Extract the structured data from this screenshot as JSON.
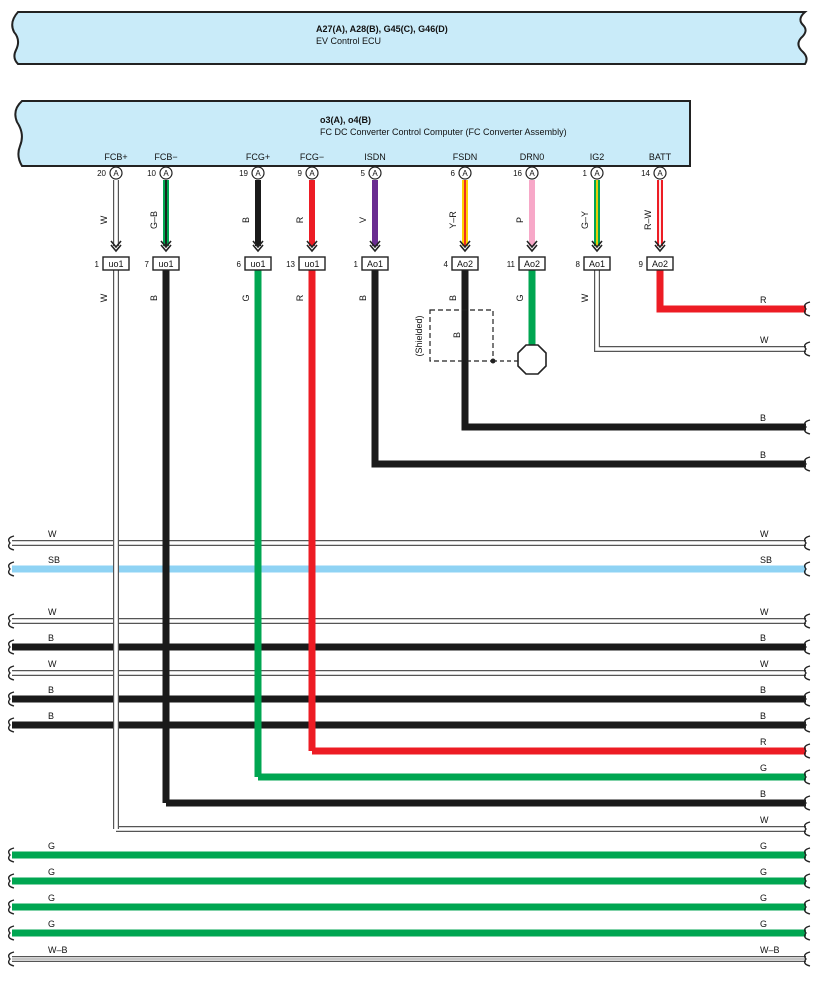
{
  "components": [
    {
      "id": "a27",
      "line1": "A27(A), A28(B), G45(C), G46(D)",
      "line2": "EV Control ECU"
    },
    {
      "id": "o3",
      "line1": "o3(A), o4(B)",
      "line2": "FC DC Converter Control Computer (FC Converter Assembly)"
    }
  ],
  "shield_label": "(Shielded)",
  "shield_wire_color": "B",
  "terminals": [
    {
      "signal": "FCB+",
      "pin": "20",
      "conn": "A",
      "wire": "W",
      "fc": "1",
      "fconn": "uo1",
      "wire2": "W"
    },
    {
      "signal": "FCB−",
      "pin": "10",
      "conn": "A",
      "wire": "G–B",
      "fc": "7",
      "fconn": "uo1",
      "wire2": "B"
    },
    {
      "signal": "FCG+",
      "pin": "19",
      "conn": "A",
      "wire": "B",
      "fc": "6",
      "fconn": "uo1",
      "wire2": "G"
    },
    {
      "signal": "FCG−",
      "pin": "9",
      "conn": "A",
      "wire": "R",
      "fc": "13",
      "fconn": "uo1",
      "wire2": "R"
    },
    {
      "signal": "ISDN",
      "pin": "5",
      "conn": "A",
      "wire": "V",
      "fc": "1",
      "fconn": "Ao1",
      "wire2": "B"
    },
    {
      "signal": "FSDN",
      "pin": "6",
      "conn": "A",
      "wire": "Y–R",
      "fc": "4",
      "fconn": "Ao2",
      "wire2": "B"
    },
    {
      "signal": "DRN0",
      "pin": "16",
      "conn": "A",
      "wire": "P",
      "fc": "11",
      "fconn": "Ao2",
      "wire2": "G"
    },
    {
      "signal": "IG2",
      "pin": "1",
      "conn": "A",
      "wire": "G–Y",
      "fc": "8",
      "fconn": "Ao1",
      "wire2": "W"
    },
    {
      "signal": "BATT",
      "pin": "14",
      "conn": "A",
      "wire": "R–W",
      "fc": "9",
      "fconn": "Ao2",
      "wire2": ""
    }
  ],
  "right_wires": [
    {
      "label": "R"
    },
    {
      "label": "W"
    },
    {
      "label": "B"
    },
    {
      "label": "B"
    }
  ],
  "lines": [
    {
      "left": "W",
      "right": "W"
    },
    {
      "left": "SB",
      "right": "SB"
    },
    {
      "left": "W",
      "right": "W"
    },
    {
      "left": "B",
      "right": "B"
    },
    {
      "left": "W",
      "right": "W"
    },
    {
      "left": "B",
      "right": "B"
    },
    {
      "left": "B",
      "right": "B"
    },
    {
      "left": "",
      "right": "R"
    },
    {
      "left": "",
      "right": "G"
    },
    {
      "left": "",
      "right": "B"
    },
    {
      "left": "",
      "right": "W"
    },
    {
      "left": "G",
      "right": "G"
    },
    {
      "left": "G",
      "right": "G"
    },
    {
      "left": "G",
      "right": "G"
    },
    {
      "left": "G",
      "right": "G"
    },
    {
      "left": "W–B",
      "right": "W–B"
    }
  ],
  "colors": {
    "W": "#ffffff",
    "B": "#1a1a1a",
    "G": "#00a651",
    "R": "#ed1c24",
    "SB": "#8fd3f4",
    "V": "#6a2c91",
    "Y": "#ffd200",
    "P": "#f7a8c8",
    "box_fill": "#c9ebf9",
    "outline": "#222222"
  }
}
